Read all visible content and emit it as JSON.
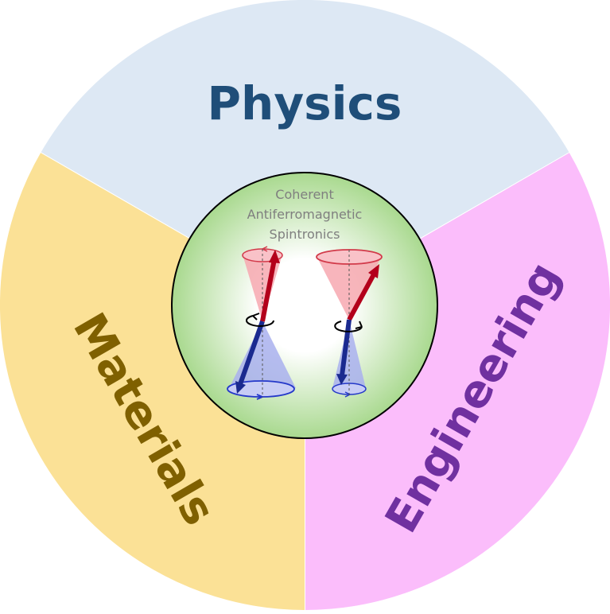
{
  "sectors": [
    {
      "id": "physics",
      "label": "Physics",
      "fill": "#dde8f4",
      "text_color": "#1f4e79"
    },
    {
      "id": "engineering",
      "label": "Engineering",
      "fill": "#fbbdfb",
      "text_color": "#7030a0"
    },
    {
      "id": "materials",
      "label": "Materials",
      "fill": "#fbe196",
      "text_color": "#7f6000"
    }
  ],
  "center": {
    "lines": [
      "Coherent",
      "Antiferromagnetic",
      "Spintronics"
    ],
    "fill_inner": "#ffffff",
    "fill_outer": "#a9d98f"
  },
  "colors": {
    "spin_up": "#c0001c",
    "spin_down": "#1f2f9f",
    "cone_up": "#f7a8b0",
    "cone_down": "#a9b0ee",
    "precession_arrow": "#000000"
  },
  "icons": {
    "left_spin_pair": "precessing-spin-pair-icon",
    "right_spin_pair": "precessing-spin-pair-icon"
  }
}
